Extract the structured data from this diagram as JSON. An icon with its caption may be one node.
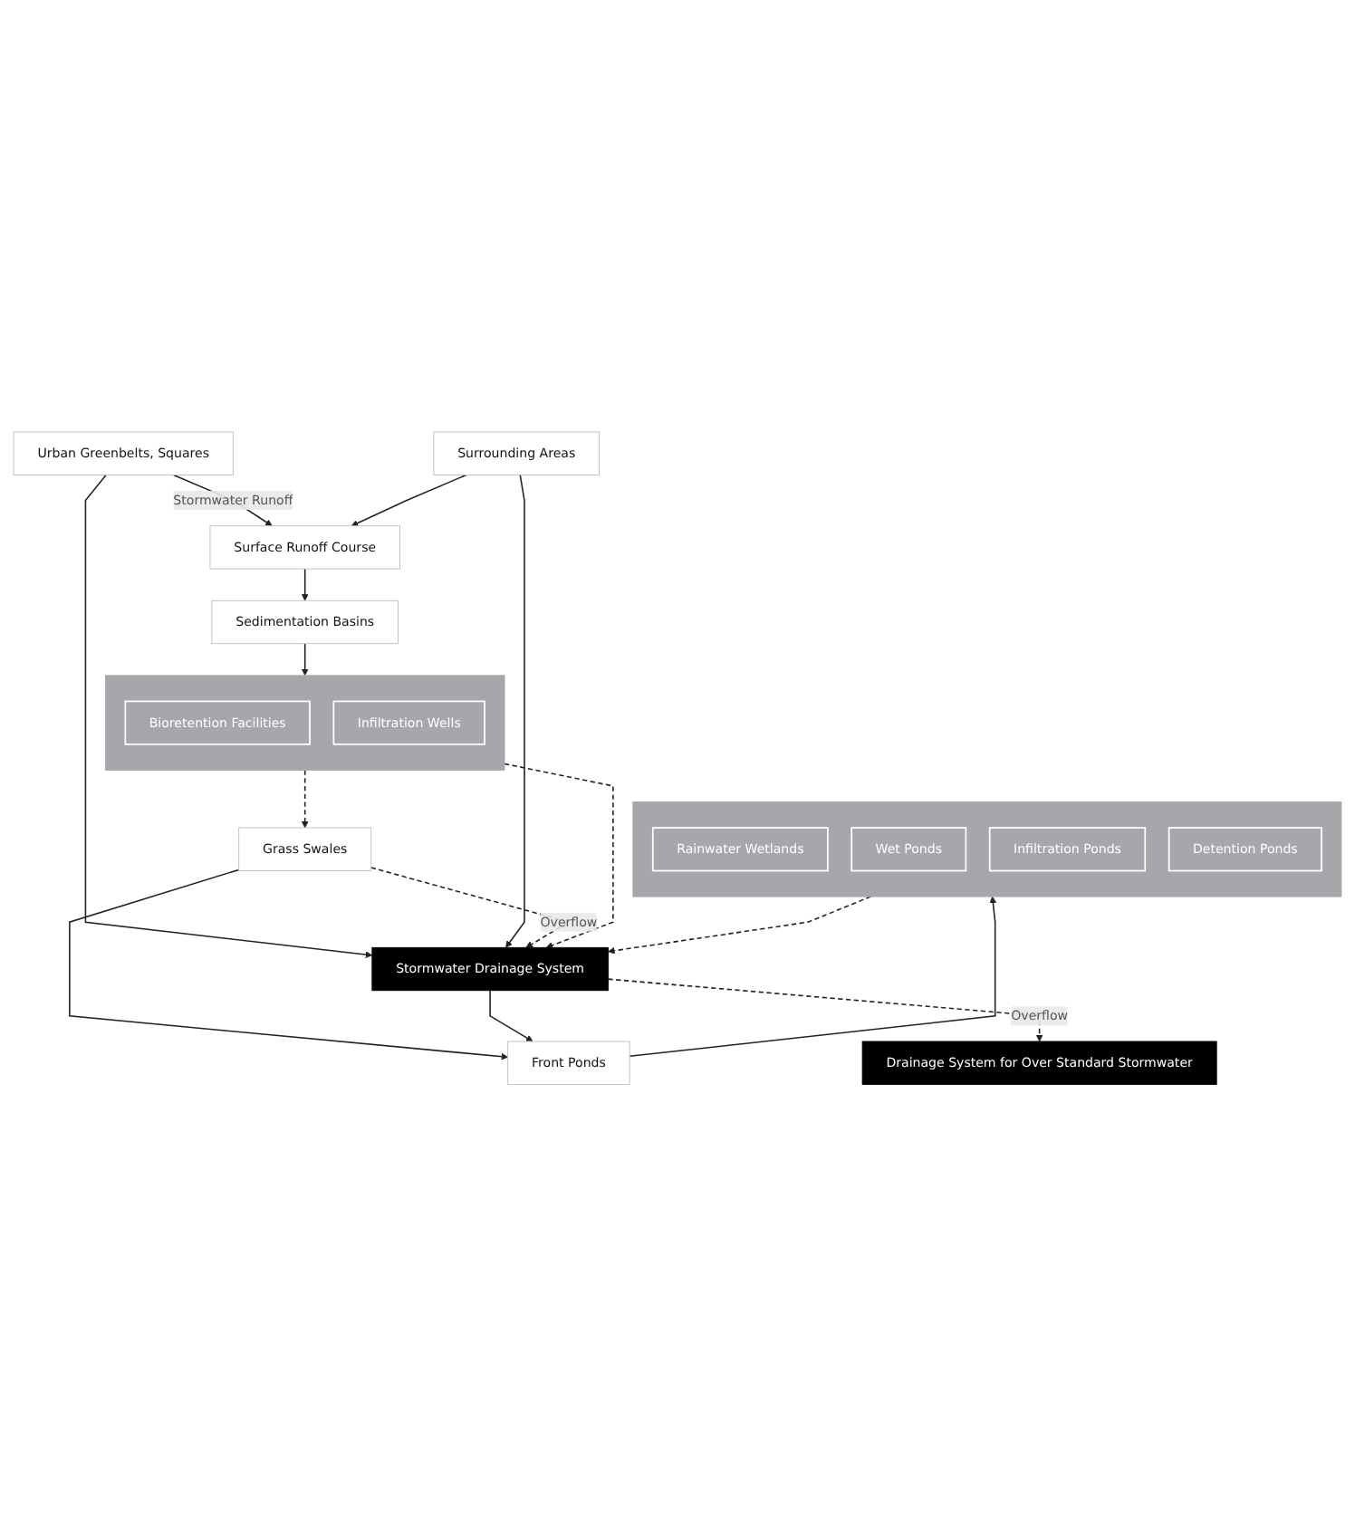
{
  "diagram": {
    "nodes": [
      {
        "text": [
          "Urban Greenbelts, Squares"
        ]
      },
      {
        "text": [
          "Surrounding Areas"
        ]
      },
      {
        "text": [
          "Surface Runoff Course"
        ]
      },
      {
        "text": [
          "Sedimentation Basins"
        ]
      },
      {
        "text": [],
        "shape": "box"
      },
      {
        "text": [
          "Bioretention Facilities"
        ],
        "in": 4
      },
      {
        "text": [
          "Infiltration Wells"
        ],
        "in": 4
      },
      {
        "text": [
          "Stormwater Drainage System"
        ]
      },
      {
        "text": [
          "Grass Swales"
        ]
      },
      {
        "text": [
          "Front Ponds"
        ]
      },
      {
        "text": [],
        "shape": "box"
      },
      {
        "text": [
          "Rainwater Wetlands"
        ],
        "in": 10
      },
      {
        "text": [
          "Wet Ponds"
        ],
        "in": 10
      },
      {
        "text": [
          "Infiltration Ponds"
        ],
        "in": 10
      },
      {
        "text": [
          "Detention Ponds"
        ],
        "in": 10
      },
      {
        "text": [
          "Drainage System for Over Standard Stormwater"
        ]
      }
    ],
    "edges": [
      {
        "from": 0,
        "to": 2,
        "arrow": "to",
        "label": "Stormwater Runoff"
      },
      {
        "from": 0,
        "to": 7,
        "arrow": "to"
      },
      {
        "from": 1,
        "to": 2,
        "arrow": "to"
      },
      {
        "from": 1,
        "to": 7,
        "arrow": "to"
      },
      {
        "from": 2,
        "to": 3,
        "arrow": "to"
      },
      {
        "from": 3,
        "to": 4,
        "arrow": "to"
      },
      {
        "from": 4,
        "to": 7,
        "arrow": "to",
        "style": "dashed"
      },
      {
        "from": 4,
        "to": 8,
        "arrow": "to",
        "style": "dashed"
      },
      {
        "from": 8,
        "to": 7,
        "arrow": "to",
        "style": "dashed",
        "label": "Overflow"
      },
      {
        "from": 8,
        "to": 9,
        "arrow": "to"
      },
      {
        "from": 7,
        "to": 9,
        "arrow": "to"
      },
      {
        "from": 9,
        "to": 10,
        "arrow": "to"
      },
      {
        "from": 10,
        "to": 7,
        "arrow": "to",
        "style": "dashed"
      },
      {
        "from": 7,
        "to": 15,
        "arrow": "to",
        "style": "dashed",
        "label": "Overflow"
      }
    ]
  }
}
